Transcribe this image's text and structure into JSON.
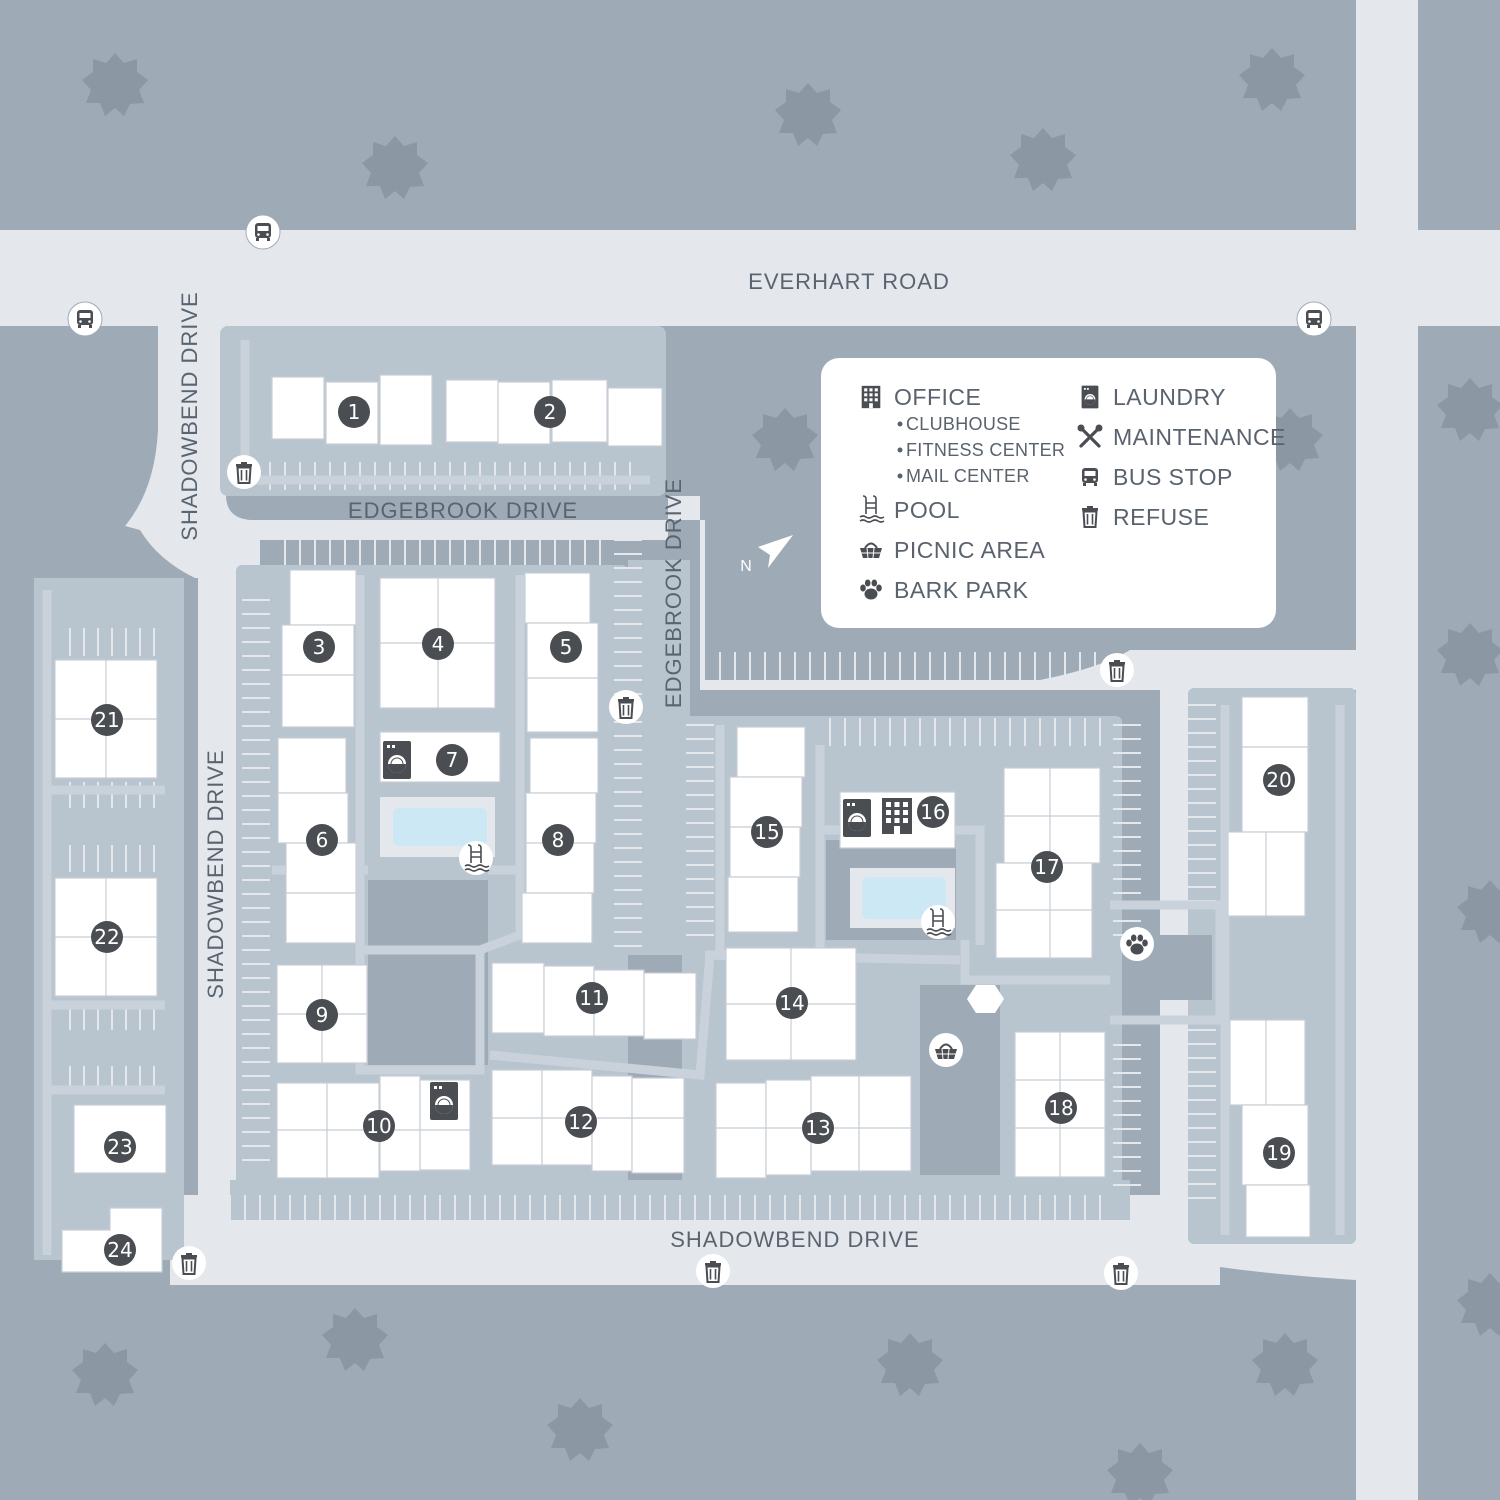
{
  "streets": {
    "everhart": "EVERHART ROAD",
    "edgebrook_top": "EDGEBROOK DRIVE",
    "edgebrook_vertical": "EDGEBROOK DRIVE",
    "shadowbend_top": "SHADOWBEND DRIVE",
    "shadowbend_left": "SHADOWBEND DRIVE",
    "shadowbend_bottom": "SHADOWBEND DRIVE"
  },
  "compass": {
    "label": "N"
  },
  "legend": {
    "office": "OFFICE",
    "office_subitems": [
      "CLUBHOUSE",
      "FITNESS CENTER",
      "MAIL CENTER"
    ],
    "pool": "POOL",
    "picnic": "PICNIC AREA",
    "bark": "BARK PARK",
    "laundry": "LAUNDRY",
    "maintenance": "MAINTENANCE",
    "bus": "BUS STOP",
    "refuse": "REFUSE"
  },
  "buildings": [
    "1",
    "2",
    "3",
    "4",
    "5",
    "6",
    "7",
    "8",
    "9",
    "10",
    "11",
    "12",
    "13",
    "14",
    "15",
    "16",
    "17",
    "18",
    "19",
    "20",
    "21",
    "22",
    "23",
    "24"
  ],
  "colors": {
    "background": "#9eabb7",
    "road": "#e4e8ec",
    "lot": "#b8c4ce",
    "building": "#ffffff",
    "badge": "#4a4d52",
    "pool": "#cce8f5",
    "legend_bg": "#ffffff",
    "tree": "#8b98a4"
  },
  "icons": [
    "bus-stop-icon",
    "refuse-icon",
    "laundry-icon",
    "office-icon",
    "pool-icon",
    "picnic-icon",
    "bark-park-icon",
    "maintenance-icon"
  ]
}
